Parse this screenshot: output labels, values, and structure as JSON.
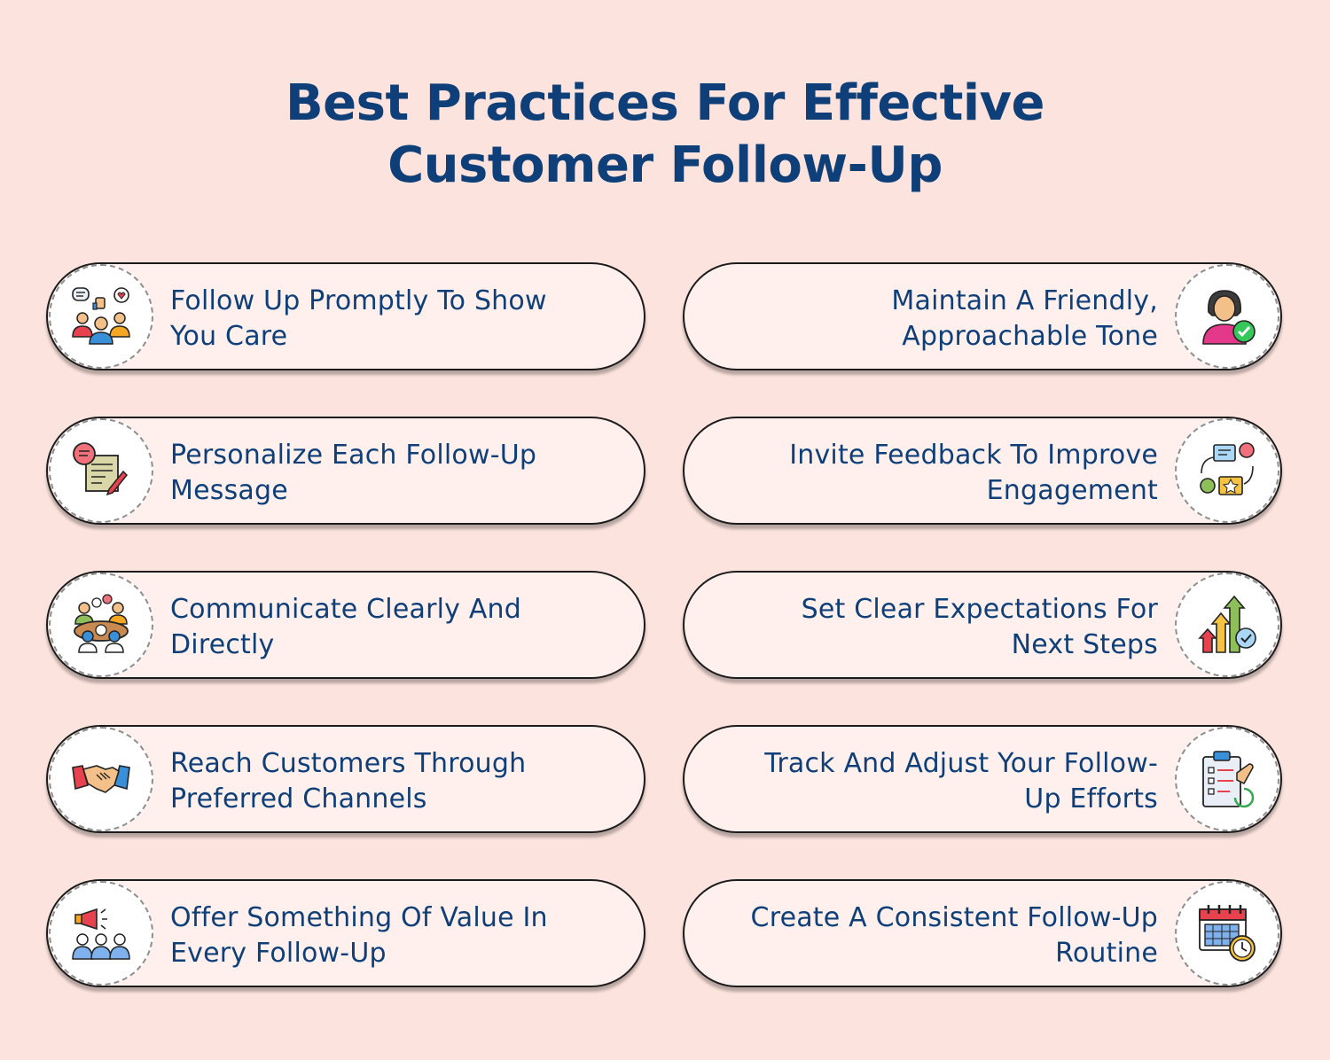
{
  "title": {
    "line1": "Best Practices For Effective",
    "line2": "Customer Follow-Up"
  },
  "left_items": [
    {
      "line1": "Follow Up Promptly To Show",
      "line2": "You Care",
      "icon": "team-feedback-icon"
    },
    {
      "line1": "Personalize Each Follow-Up",
      "line2": "Message",
      "icon": "personalized-message-icon"
    },
    {
      "line1": "Communicate Clearly And",
      "line2": "Directly",
      "icon": "meeting-discussion-icon"
    },
    {
      "line1": "Reach Customers Through",
      "line2": "Preferred Channels",
      "icon": "handshake-icon"
    },
    {
      "line1": "Offer Something Of Value In",
      "line2": "Every Follow-Up",
      "icon": "megaphone-audience-icon"
    }
  ],
  "right_items": [
    {
      "line1": "Maintain A Friendly,",
      "line2": "Approachable Tone",
      "icon": "approved-person-icon"
    },
    {
      "line1": "Invite Feedback To Improve",
      "line2": "Engagement",
      "icon": "feedback-exchange-icon"
    },
    {
      "line1": "Set Clear Expectations For",
      "line2": "Next Steps",
      "icon": "growth-arrows-icon"
    },
    {
      "line1": "Track And Adjust Your Follow-",
      "line2": "Up Efforts",
      "icon": "checklist-clipboard-icon"
    },
    {
      "line1": "Create A Consistent Follow-Up",
      "line2": "Routine",
      "icon": "calendar-clock-icon"
    }
  ],
  "colors": {
    "background": "#fde3dd",
    "text": "#0f3f78",
    "pill": "#fff0ee"
  }
}
